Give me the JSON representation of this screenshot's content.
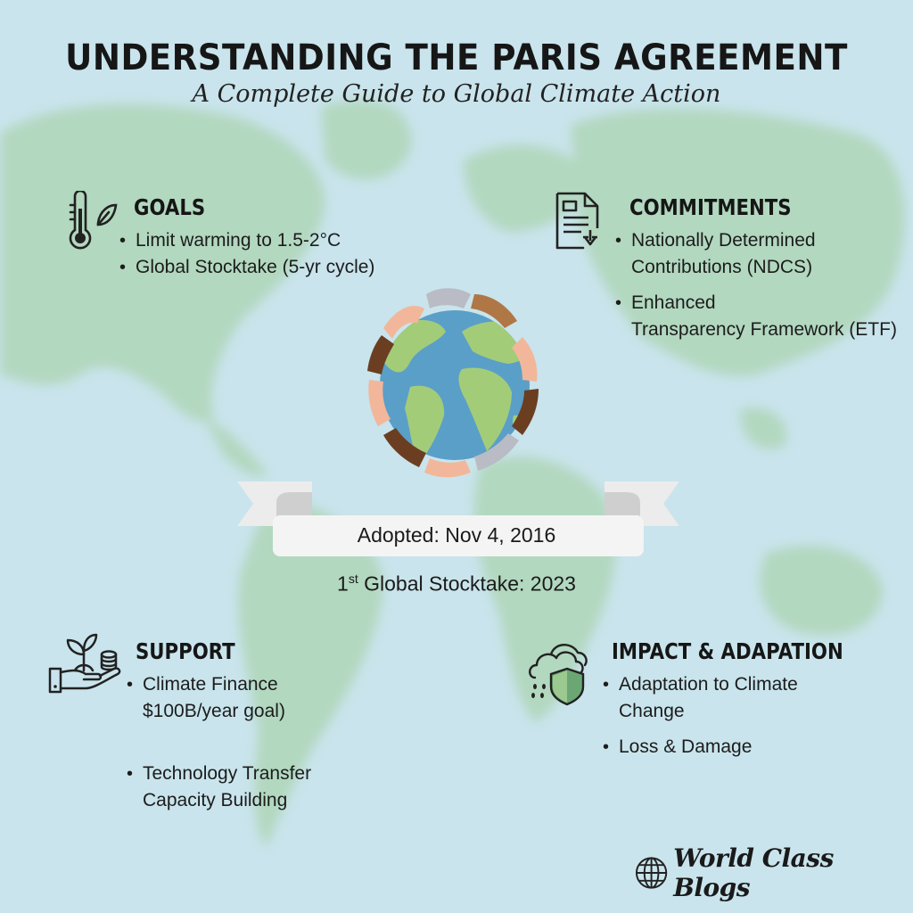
{
  "header": {
    "title": "UNDERSTANDING THE PARIS AGREEMENT",
    "subtitle": "A Complete Guide to Global Climate Action"
  },
  "sections": {
    "goals": {
      "heading": "GOALS",
      "icon": "thermometer-leaf-icon",
      "items": [
        "Limit warming to 1.5-2°C",
        "Global Stocktake (5-yr cycle)"
      ]
    },
    "commitments": {
      "heading": "COMMITMENTS",
      "icon": "document-download-icon",
      "items": [
        {
          "line1": "Nationally Determined",
          "line2": "Contributions (NDCS)"
        },
        {
          "line1": "Enhanced",
          "line2": "Transparency Framework (ETF)"
        }
      ]
    },
    "support": {
      "heading": "SUPPORT",
      "icon": "hand-plant-coins-icon",
      "items": [
        {
          "line1": "Climate Finance",
          "line2": "$100B/year goal)"
        },
        {
          "line1": "Technology Transfer",
          "line2": "Capacity Building"
        }
      ]
    },
    "impact": {
      "heading": "IMPACT & ADAPATION",
      "icon": "cloud-rain-shield-icon",
      "items": [
        {
          "line1": "Adaptation to Climate",
          "line2": "Change"
        },
        {
          "line1": "Loss & Damage",
          "line2": ""
        }
      ]
    }
  },
  "center": {
    "illustration": "globe-with-hands-icon",
    "adopted_label": "Adopted:  Nov 4, 2016",
    "stocktake_ordinal": "1",
    "stocktake_suffix": "st",
    "stocktake_text": " Global Stocktake:  2023"
  },
  "footer": {
    "brand": "World Class Blogs",
    "brand_icon": "globe-icon"
  },
  "colors": {
    "background": "#c9e4ec",
    "land": "#a9d2b4",
    "ocean_globe": "#4c97c4",
    "land_globe": "#9cc86e",
    "shield": "#6aa774",
    "ribbon": "#f3f3f3",
    "ribbon_fold": "#cfcfcf"
  }
}
